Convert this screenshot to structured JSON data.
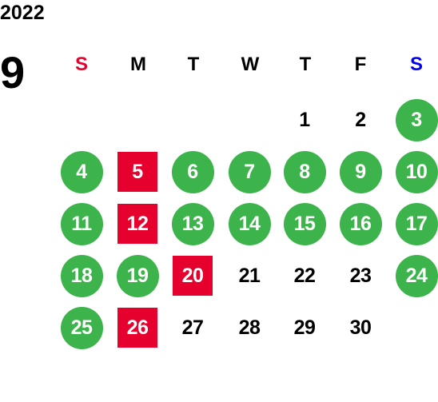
{
  "calendar": {
    "year": "2022",
    "month": "9",
    "weekdays": [
      "S",
      "M",
      "T",
      "W",
      "T",
      "F",
      "S"
    ],
    "colors": {
      "sunday_header": "#e5002e",
      "saturday_header": "#0000ee",
      "holiday_circle": "#3cb44b",
      "marked_square": "#e5002e",
      "text": "#000000"
    },
    "days": [
      {
        "day": "1",
        "style": "plain"
      },
      {
        "day": "2",
        "style": "plain"
      },
      {
        "day": "3",
        "style": "green"
      },
      {
        "day": "4",
        "style": "green"
      },
      {
        "day": "5",
        "style": "red"
      },
      {
        "day": "6",
        "style": "green"
      },
      {
        "day": "7",
        "style": "green"
      },
      {
        "day": "8",
        "style": "green"
      },
      {
        "day": "9",
        "style": "green"
      },
      {
        "day": "10",
        "style": "green"
      },
      {
        "day": "11",
        "style": "green"
      },
      {
        "day": "12",
        "style": "red"
      },
      {
        "day": "13",
        "style": "green"
      },
      {
        "day": "14",
        "style": "green"
      },
      {
        "day": "15",
        "style": "green"
      },
      {
        "day": "16",
        "style": "green"
      },
      {
        "day": "17",
        "style": "green"
      },
      {
        "day": "18",
        "style": "green"
      },
      {
        "day": "19",
        "style": "green"
      },
      {
        "day": "20",
        "style": "red"
      },
      {
        "day": "21",
        "style": "plain"
      },
      {
        "day": "22",
        "style": "plain"
      },
      {
        "day": "23",
        "style": "plain"
      },
      {
        "day": "24",
        "style": "green"
      },
      {
        "day": "25",
        "style": "green"
      },
      {
        "day": "26",
        "style": "red"
      },
      {
        "day": "27",
        "style": "plain"
      },
      {
        "day": "28",
        "style": "plain"
      },
      {
        "day": "29",
        "style": "plain"
      },
      {
        "day": "30",
        "style": "plain"
      }
    ]
  }
}
